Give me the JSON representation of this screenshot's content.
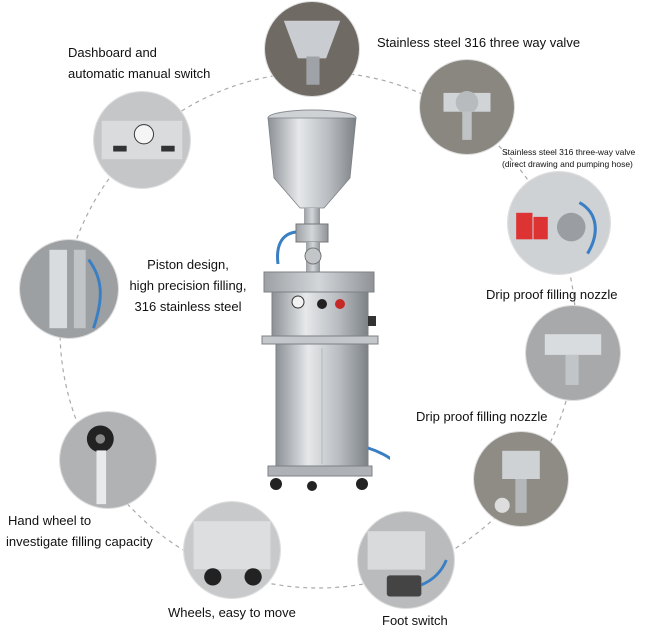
{
  "callouts": {
    "dashboard_line1": "Dashboard and",
    "dashboard_line2": "automatic manual switch",
    "valve_top": "Stainless steel 316 three way valve",
    "valve_side_line1": "Stainless steel 316 three-way valve",
    "valve_side_line2": "(direct drawing and pumping hose)",
    "piston_line1": "Piston design,",
    "piston_line2": "high precision filling,",
    "piston_line3": "316 stainless steel",
    "nozzle_1": "Drip proof filling nozzle",
    "nozzle_2": "Drip proof filling nozzle",
    "handwheel_line1": "Hand wheel to",
    "handwheel_line2": "investigate filling capacity",
    "wheels": "Wheels, easy to move",
    "foot_switch": "Foot switch"
  },
  "colors": {
    "steel_light": "#d9dcdf",
    "steel_mid": "#a9adb1",
    "steel_dark": "#6f7378",
    "hose_blue": "#3a7fc4",
    "ring_dash": "#aaaaaa"
  },
  "icons": {
    "gauge": "pressure-gauge-icon",
    "button": "red-button-icon"
  }
}
